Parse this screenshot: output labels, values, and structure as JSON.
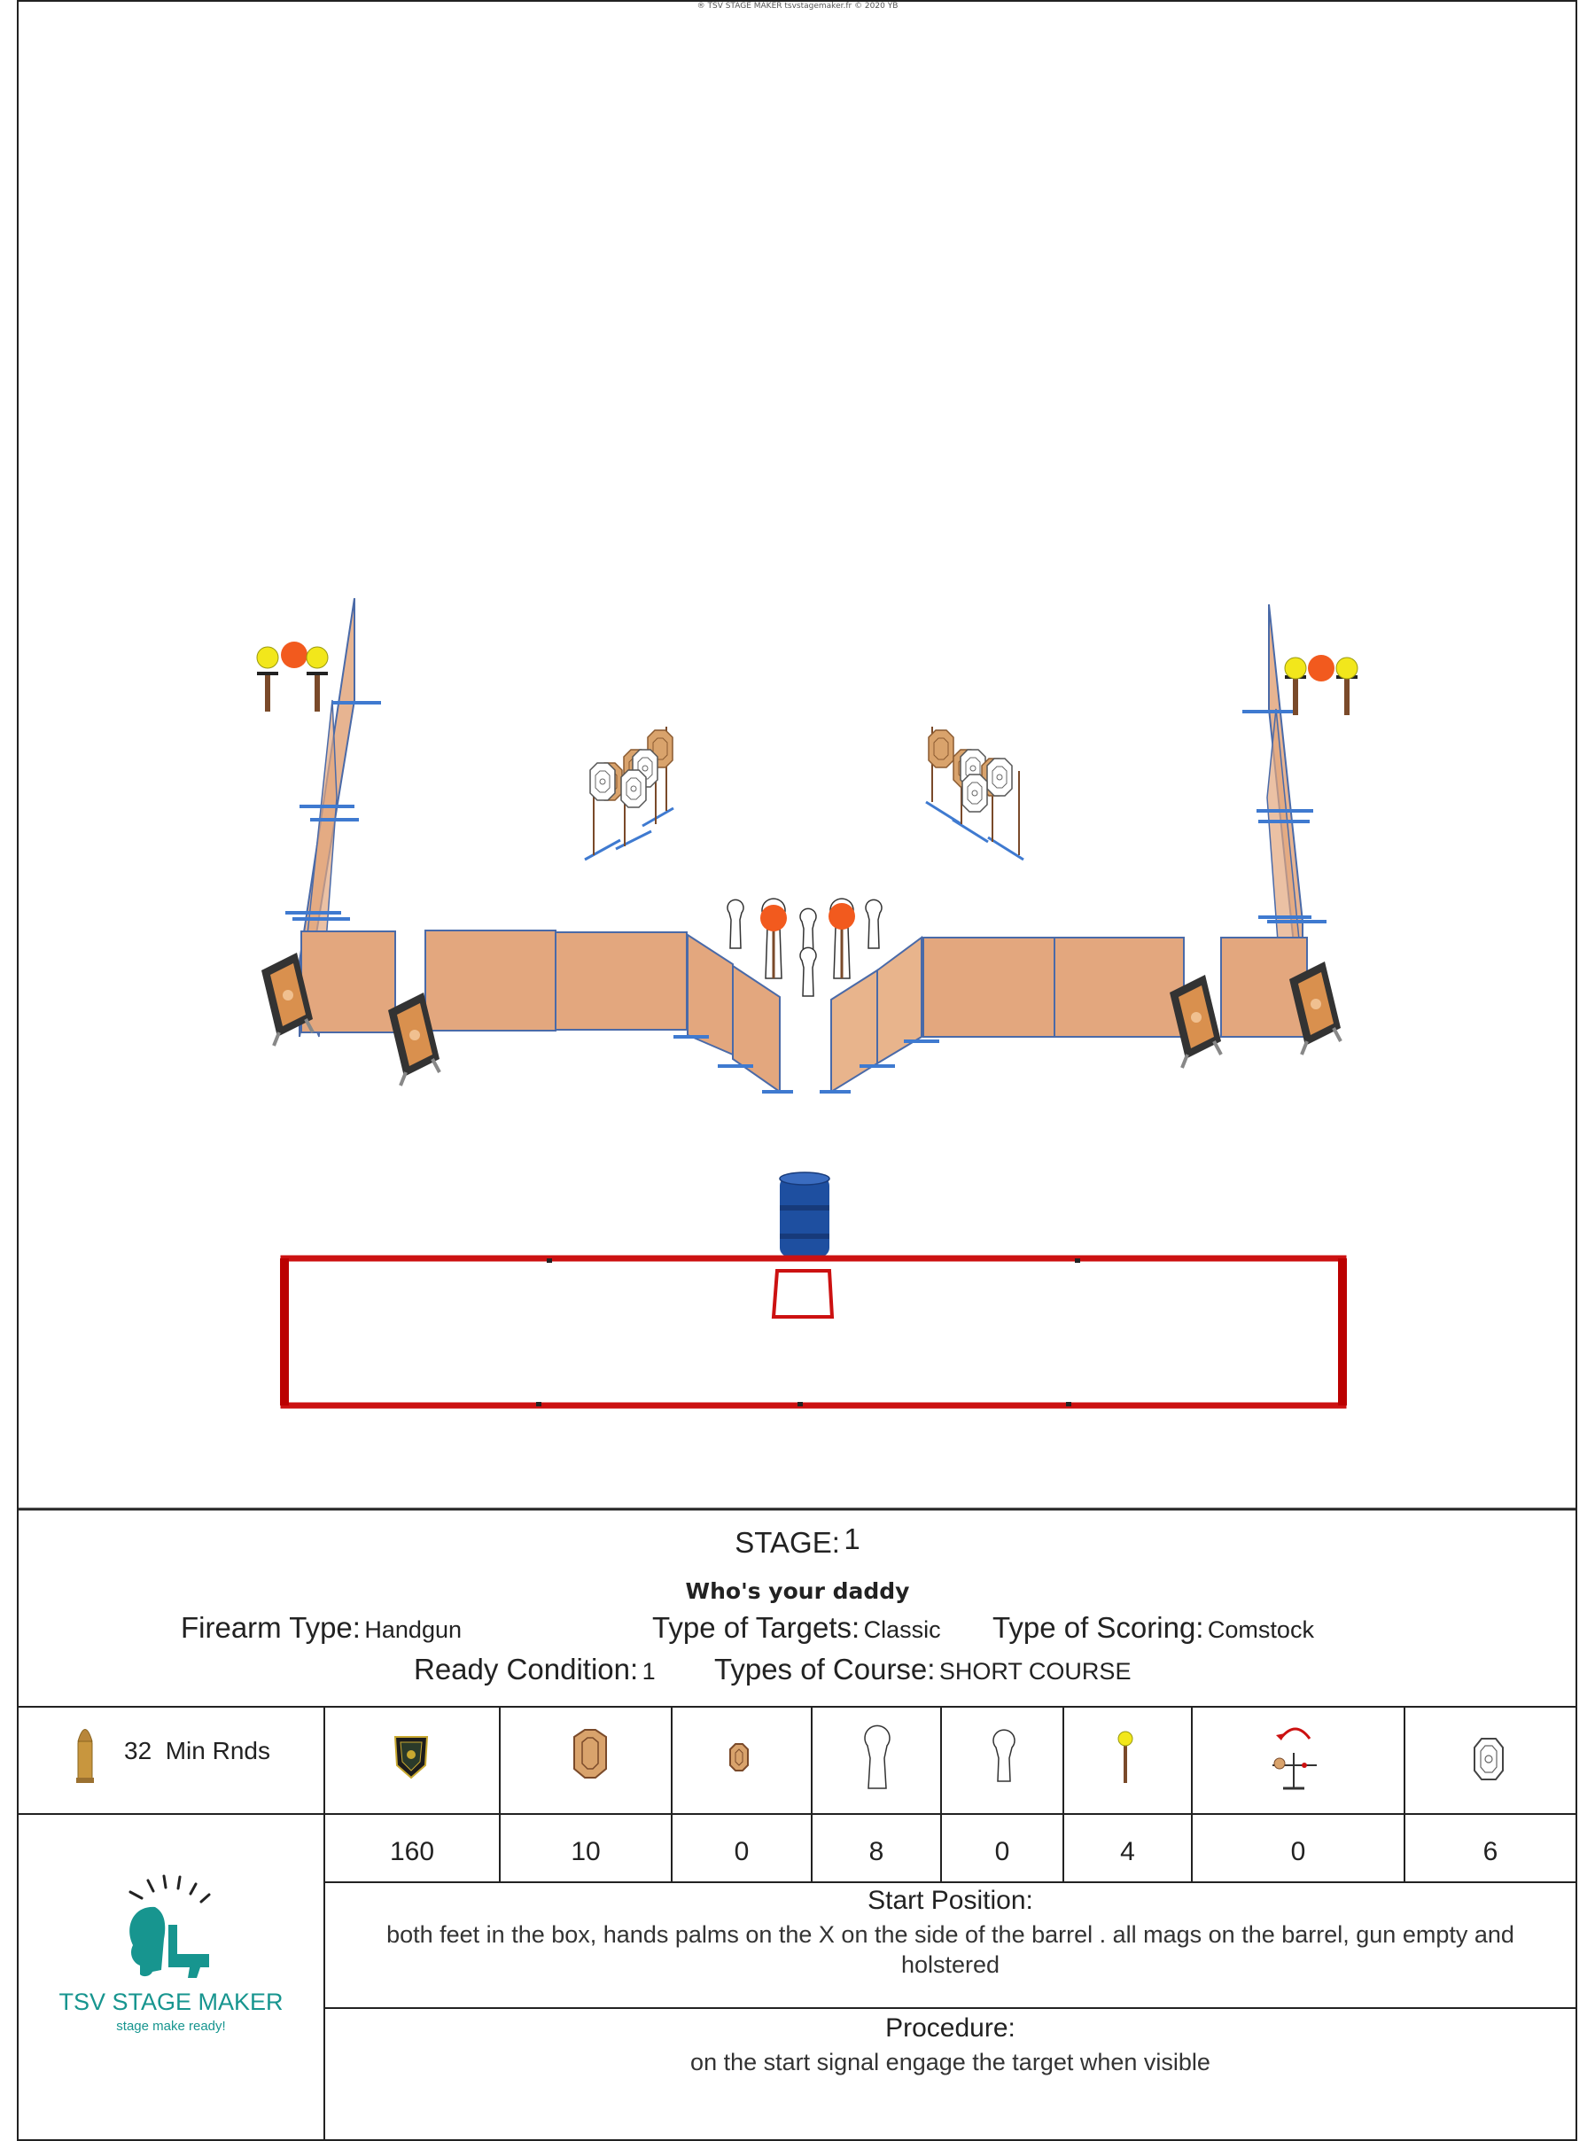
{
  "copyright": "® TSV STAGE MAKER tsvstagemaker.fr © 2020 YB",
  "stage": {
    "label": "STAGE:",
    "number": "1",
    "name": "Who's your daddy"
  },
  "info": {
    "firearm_label": "Firearm Type:",
    "firearm_value": "Handgun",
    "targets_label": "Type of Targets:",
    "targets_value": "Classic",
    "scoring_label": "Type of Scoring:",
    "scoring_value": "Comstock",
    "ready_label": "Ready Condition:",
    "ready_value": "1",
    "course_label": "Types of Course:",
    "course_value": "SHORT COURSE"
  },
  "rounds": {
    "count": "32",
    "label": "Min Rnds"
  },
  "icons": [
    "badge-icon",
    "ipsc-target-icon",
    "mini-ipsc-target-icon",
    "popper-icon",
    "mini-popper-icon",
    "steel-plate-icon",
    "swinger-icon",
    "classic-target-icon"
  ],
  "counts": [
    "160",
    "10",
    "0",
    "8",
    "0",
    "4",
    "0",
    "6"
  ],
  "start_position": {
    "title": "Start Position:",
    "text": "both feet in the box, hands palms on the X on the side of the barrel . all mags on the barrel, gun empty and holstered"
  },
  "procedure": {
    "title": "Procedure:",
    "text": "on the start signal engage the target when visible"
  },
  "logo": {
    "name": "TSV STAGE MAKER",
    "tagline": "stage make ready!"
  },
  "colors": {
    "panel": "#e3a77e",
    "panel_border": "#4a6aa8",
    "steel_orange": "#f25a1e",
    "steel_yellow": "#f2e71b",
    "stand": "#7a4a2a",
    "feet": "#3f7ad0",
    "box": "#cc1111",
    "barrel": "#1e4fa0",
    "logo_teal": "#17958f"
  }
}
